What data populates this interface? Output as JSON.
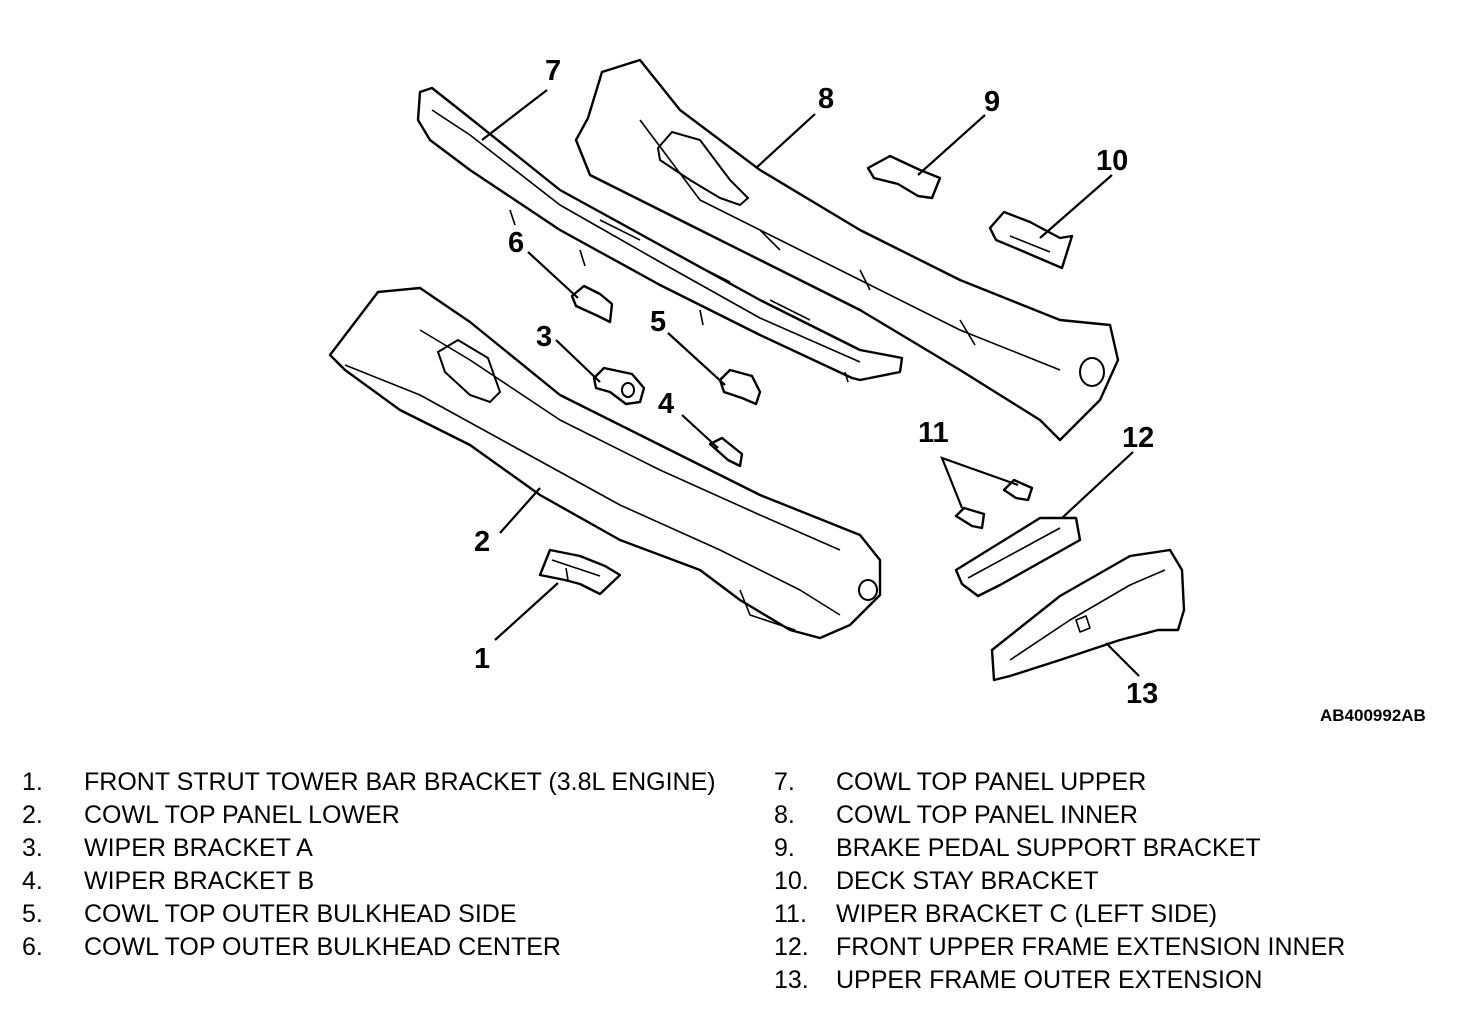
{
  "figure_id": "AB400992AB",
  "callouts": [
    "1",
    "2",
    "3",
    "4",
    "5",
    "6",
    "7",
    "8",
    "9",
    "10",
    "11",
    "12",
    "13"
  ],
  "legend_left": [
    {
      "num": "1.",
      "text": "FRONT STRUT TOWER BAR BRACKET (3.8L ENGINE)"
    },
    {
      "num": "2.",
      "text": "COWL TOP PANEL LOWER"
    },
    {
      "num": "3.",
      "text": "WIPER BRACKET A"
    },
    {
      "num": "4.",
      "text": "WIPER BRACKET B"
    },
    {
      "num": "5.",
      "text": "COWL TOP OUTER BULKHEAD SIDE"
    },
    {
      "num": "6.",
      "text": "COWL TOP OUTER BULKHEAD CENTER"
    }
  ],
  "legend_right": [
    {
      "num": "7.",
      "text": "COWL TOP PANEL UPPER"
    },
    {
      "num": "8.",
      "text": "COWL TOP PANEL INNER"
    },
    {
      "num": "9.",
      "text": "BRAKE PEDAL SUPPORT BRACKET"
    },
    {
      "num": "10.",
      "text": "DECK STAY BRACKET"
    },
    {
      "num": "11.",
      "text": "WIPER BRACKET C (LEFT SIDE)"
    },
    {
      "num": "12.",
      "text": "FRONT UPPER FRAME EXTENSION INNER"
    },
    {
      "num": "13.",
      "text": "UPPER FRAME OUTER EXTENSION"
    }
  ]
}
